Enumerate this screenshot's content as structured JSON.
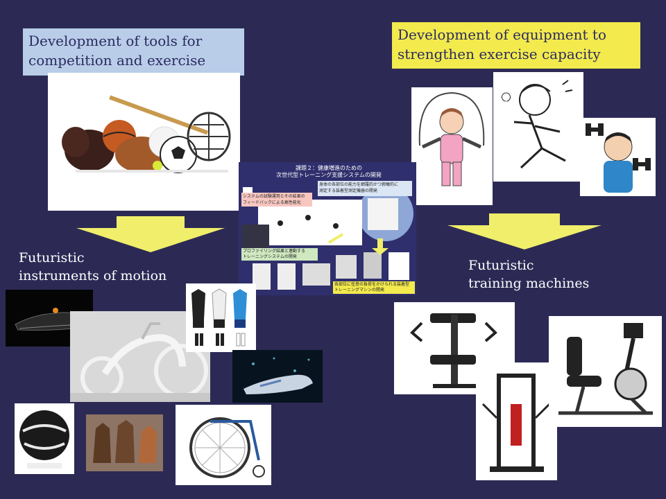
{
  "left_panel": {
    "title_line1": "Development of tools for",
    "title_line2": "competition and exercise",
    "caption_line1": "Futuristic",
    "caption_line2": "instruments of motion"
  },
  "right_panel": {
    "title_line1": "Development of equipment to",
    "title_line2": "strengthen exercise capacity",
    "caption_line1": "Futuristic",
    "caption_line2": "training machines"
  },
  "center_slide": {
    "heading_line1": "課題２：健康増進のための",
    "heading_line2": "次世代型トレーニング支援システムの開発",
    "box_top_right_line1": "身体の各部位の能力を網羅的かつ俯瞰的に",
    "box_top_right_line2": "測定する装着型測定機器の開発",
    "box_top_left_line1": "システムの試験運用とその結果の",
    "box_top_left_line2": "フィードバックによる高性能化",
    "box_mid_line1": "プロファイリング結果と連動する",
    "box_mid_line2": "トレーニングシステムの開発",
    "box_bottom_line1": "各部位に任意の負荷をかけられる装着型",
    "box_bottom_line2": "トレーニングマシンの開発"
  },
  "colors": {
    "background": "#2c2a55",
    "left_title_bg": "#b9cde9",
    "right_title_bg": "#f3ea4d",
    "arrow": "#f0ee6a",
    "caption_text": "#ffffff"
  },
  "icons": [
    "down-arrow-icon"
  ]
}
